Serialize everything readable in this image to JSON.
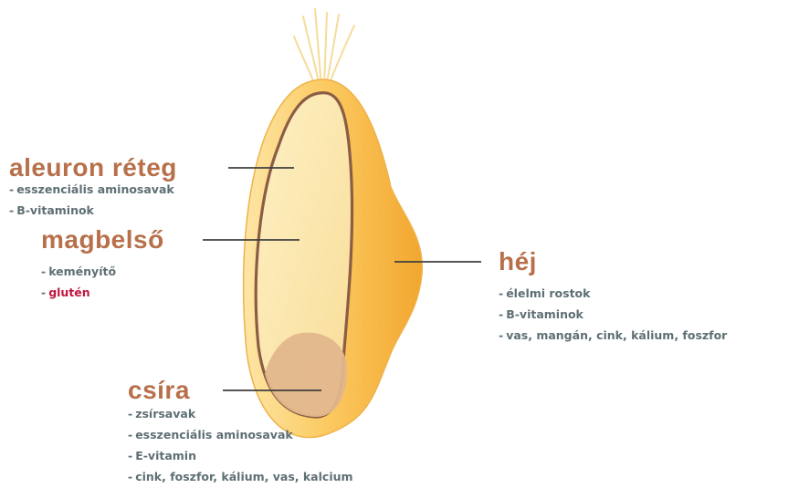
{
  "parts": {
    "aleuron": {
      "title": "aleuron réteg",
      "items": [
        "esszenciális aminosavak",
        "B-vitaminok"
      ]
    },
    "magbelso": {
      "title": "magbelső",
      "items": [
        "keményítő",
        "glutén"
      ]
    },
    "hej": {
      "title": "héj",
      "items": [
        "élelmi rostok",
        "B-vitaminok",
        "vas, mangán, cink, kálium, foszfor"
      ]
    },
    "csira": {
      "title": "csíra",
      "items": [
        "zsírsavak",
        "esszenciális aminosavak",
        "E-vitamin",
        "cink, foszfor, kálium, vas, kalcium"
      ]
    }
  },
  "item_prefix": "-",
  "colors": {
    "title": "#b7704a",
    "item_text": "#5e6f74",
    "highlight": "#c0163f",
    "leader_line": "#3f3f3f",
    "bran": "#f7b73f",
    "endosperm": "#fbe7ae",
    "germ": "#e0b48c",
    "aleurone_outline": "#8b5d45"
  }
}
